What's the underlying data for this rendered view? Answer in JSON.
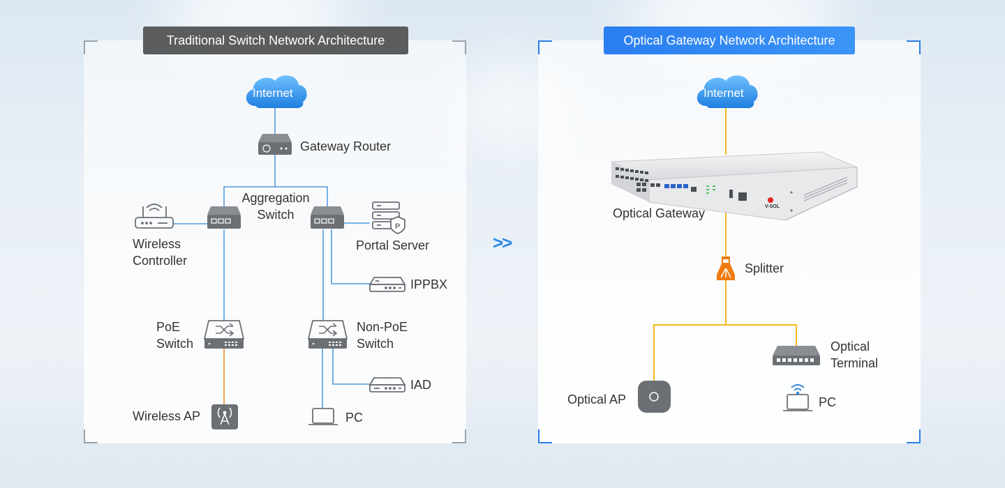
{
  "left": {
    "title": "Traditional Switch Network Architecture",
    "internet": "Internet",
    "gateway_router": "Gateway Router",
    "aggregation_switch": "Aggregation\nSwitch",
    "wireless_controller": "Wireless\nController",
    "portal_server": "Portal Server",
    "ippbx": "IPPBX",
    "poe_switch": "PoE\nSwitch",
    "non_poe_switch": "Non-PoE\nSwitch",
    "iad": "IAD",
    "wireless_ap": "Wireless AP",
    "pc": "PC"
  },
  "arrow": ">>",
  "right": {
    "title": "Optical Gateway Network Architecture",
    "internet": "Internet",
    "optical_gateway": "Optical Gateway",
    "splitter": "Splitter",
    "optical_terminal": "Optical\nTerminal",
    "optical_ap": "Optical AP",
    "pc": "PC",
    "device_brand": "V-SOL"
  },
  "colors": {
    "blue_line": "#2f86d6",
    "orange_line": "#f08a1c",
    "yellow_line": "#f5b81c",
    "cloud": "#2f8fe6",
    "device_gray": "#6c6f73",
    "title_gray": "#5a5c5e",
    "title_blue": "#2a7ef0"
  }
}
